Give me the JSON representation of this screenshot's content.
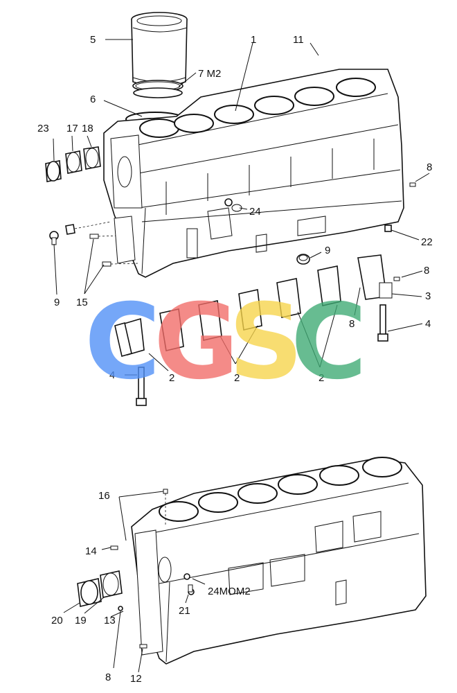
{
  "labels": {
    "p1": "1",
    "p2a": "2",
    "p2b": "2",
    "p2c": "2",
    "p3": "3",
    "p4a": "4",
    "p4b": "4",
    "p5": "5",
    "p6": "6",
    "p7": "7 M2",
    "p8a": "8",
    "p8b": "8",
    "p8c": "8",
    "p8d": "8",
    "p9a": "9",
    "p9b": "9",
    "p11": "11",
    "p12": "12",
    "p13": "13",
    "p14": "14",
    "p15": "15",
    "p16": "16",
    "p17": "17",
    "p18": "18",
    "p19": "19",
    "p20": "20",
    "p21": "21",
    "p22": "22",
    "p23": "23",
    "p24a": "24",
    "p24b": "24MOM2"
  },
  "watermark": {
    "letters": [
      "C",
      "G",
      "S",
      "C"
    ],
    "colors": [
      "#4f8ff7",
      "#f26b67",
      "#f7d44a",
      "#3daa73"
    ]
  }
}
